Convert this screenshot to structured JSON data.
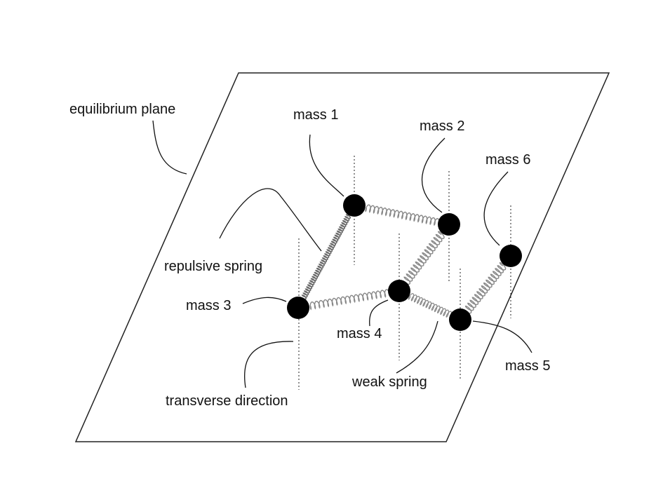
{
  "diagram": {
    "labels": {
      "plane": "equilibrium plane",
      "mass1": "mass 1",
      "mass2": "mass 2",
      "mass3": "mass 3",
      "mass4": "mass 4",
      "mass5": "mass 5",
      "mass6": "mass 6",
      "repulsive_spring": "repulsive spring",
      "weak_spring": "weak spring",
      "transverse": "transverse direction"
    },
    "colors": {
      "mass": "#000000",
      "spring": "#888888",
      "repulsive_spring": "#6a6a6a",
      "outline": "#222222"
    }
  }
}
